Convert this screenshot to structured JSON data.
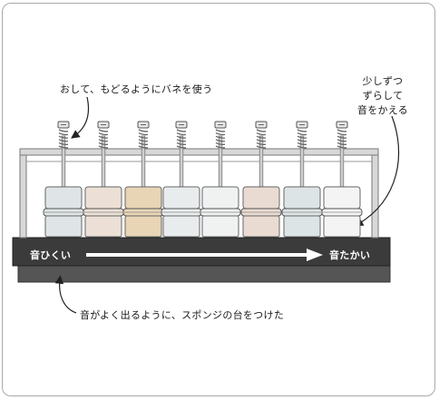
{
  "labels": {
    "spring_note": "おして、もどるようにバネを使う",
    "shift_note": [
      "少しずつ",
      "ずらして",
      "音をかえる"
    ],
    "low_pitch": "音ひくい",
    "high_pitch": "音たかい",
    "sponge_note": "音がよく出るように、スポンジの台をつけた"
  },
  "colors": {
    "frame": "#888888",
    "base_top": "#3b3b3b",
    "base_bottom": "#555555",
    "spring": "#9a9a9a",
    "cylinders": [
      "#dfe5e6",
      "#ece0d6",
      "#e8d5b6",
      "#e8eced",
      "#f0f1f1",
      "#eadbd2",
      "#dde4e5",
      "#f4f4f4"
    ]
  }
}
